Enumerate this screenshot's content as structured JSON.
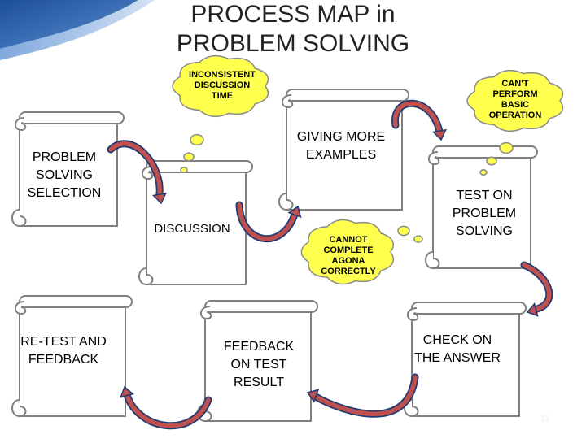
{
  "title": "PROCESS MAP in PROBLEM SOLVING",
  "steps": {
    "problem_solving_selection": "PROBLEM SOLVING SELECTION",
    "discussion": "DISCUSSION",
    "giving_more_examples": "GIVING MORE EXAMPLES",
    "test_on_problem_solving": "TEST ON PROBLEM SOLVING",
    "check_on_answer": "CHECK ON THE ANSWER",
    "feedback_on_test_result": "FEEDBACK ON TEST RESULT",
    "re_test_and_feedback": "RE-TEST AND FEEDBACK"
  },
  "issues": {
    "inconsistent_discussion_time": "INCONSISTENT DISCUSSION TIME",
    "cant_perform_basic_operation": "CAN'T PERFORM BASIC OPERATION",
    "cannot_complete_agona": "CANNOT COMPLETE AGONA CORRECTLY"
  },
  "page_number": "11",
  "colors": {
    "scroll_fill": "#ffffff",
    "scroll_stroke": "#7f7f7f",
    "cloud_fill": "#ffff4d",
    "cloud_stroke": "#8a8a8a",
    "arrow_fill": "#c0504d",
    "arrow_stroke": "#1f3b73",
    "accent_blue": "#2e67b1"
  }
}
